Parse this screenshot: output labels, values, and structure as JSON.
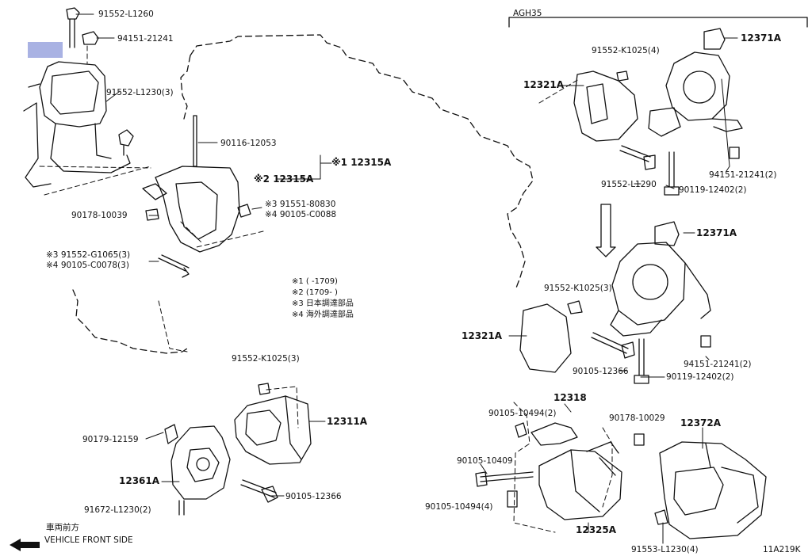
{
  "variant_label": "AGH35",
  "diagram_code": "11A219K",
  "front_label": {
    "jp": "車両前方",
    "en": "VEHICLE FRONT SIDE"
  },
  "notes": [
    "※1 (      -1709)",
    "※2 (1709-       )",
    "※3 日本調達部品",
    "※4 海外調達部品"
  ],
  "parts": {
    "p1": "91552-L1260",
    "p2": "94151-21241",
    "p3": "91552-L1230(3)",
    "p4": "90116-12053",
    "p5": "※1 12315A",
    "p6": "※2 12315A",
    "p7": "※3 91551-80830",
    "p8": "※4 90105-C0088",
    "p9": "90178-10039",
    "p10": "※3 91552-G1065(3)",
    "p11": "※4 90105-C0078(3)",
    "p12": "91552-K1025(3)",
    "p13": "12311A",
    "p14": "90179-12159",
    "p15": "12361A",
    "p16": "90105-12366",
    "p17": "91672-L1230(2)",
    "p18": "12371A",
    "p19": "91552-K1025(4)",
    "p20": "12321A",
    "p21": "94151-21241(2)",
    "p22": "91552-L1290",
    "p23": "90119-12402(2)",
    "p24": "12371A",
    "p25": "91552-K1025(3)",
    "p26": "12321A",
    "p27": "94151-21241(2)",
    "p28": "90105-12366",
    "p29": "90119-12402(2)",
    "p30": "12318",
    "p31": "90105-10494(2)",
    "p32": "90178-10029",
    "p33": "12372A",
    "p34": "90105-10409",
    "p35": "90105-10494(4)",
    "p36": "12325A",
    "p37": "91553-L1230(4)"
  }
}
